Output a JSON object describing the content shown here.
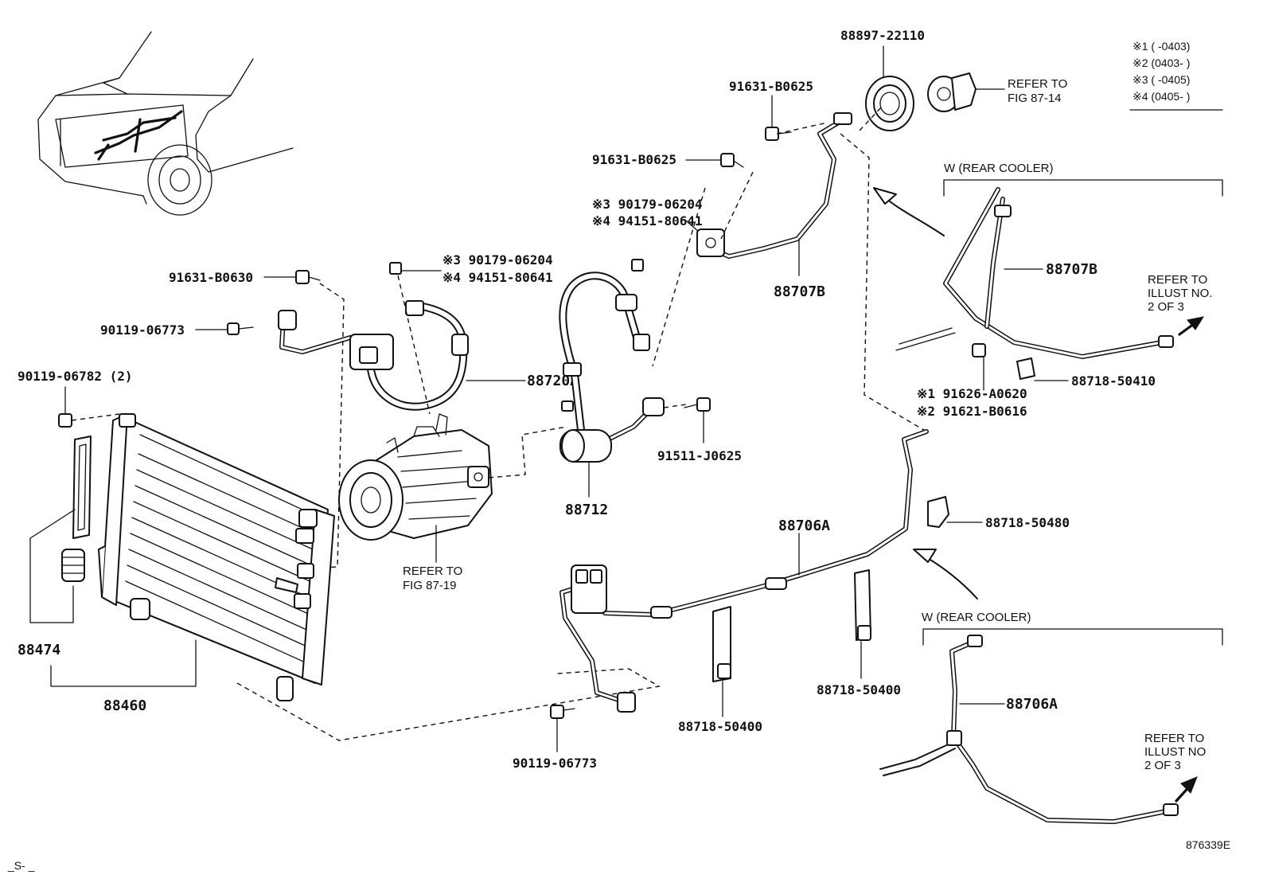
{
  "legend": {
    "rows": [
      "※1 (     -0403)",
      "※2 (0403-      )",
      "※3 (     -0405)",
      "※4 (0405-      )"
    ]
  },
  "section_headers": {
    "rear_cooler_top": "W (REAR COOLER)",
    "rear_cooler_bottom": "W (REAR COOLER)"
  },
  "refer_notes": {
    "fig_87_14": [
      "REFER TO",
      "FIG 87-14"
    ],
    "fig_87_19": [
      "REFER TO",
      "FIG 87-19"
    ],
    "illust_top": [
      "REFER TO",
      "ILLUST NO.",
      "2 OF 3"
    ],
    "illust_bottom": [
      "REFER TO",
      "ILLUST NO",
      "2 OF 3"
    ]
  },
  "parts": {
    "p88897_22110": "88897-22110",
    "p91631_b0625_a": "91631-B0625",
    "p91631_b0625_b": "91631-B0625",
    "p90179_06204_a": "※3 90179-06204",
    "p94151_80641_a": "※4 94151-80641",
    "p90179_06204_b": "※3 90179-06204",
    "p94151_80641_b": "※4 94151-80641",
    "p91631_b0630": "91631-B0630",
    "p90119_06773_a": "90119-06773",
    "p90119_06782": "90119-06782 (2)",
    "p88720a": "88720A",
    "p88707b_a": "88707B",
    "p88707b_b": "88707B",
    "p88718_50410": "88718-50410",
    "p91626_a0620": "※1 91626-A0620",
    "p91621_b0616": "※2 91621-B0616",
    "p91511_j0625": "91511-J0625",
    "p88712": "88712",
    "p88706a_a": "88706A",
    "p88718_50480": "88718-50480",
    "p88474": "88474",
    "p88460": "88460",
    "p88718_50400_a": "88718-50400",
    "p88718_50400_b": "88718-50400",
    "p90119_06773_b": "90119-06773",
    "p88706a_b": "88706A"
  },
  "figure_id": "876339E",
  "corner_mark": "_S- _"
}
